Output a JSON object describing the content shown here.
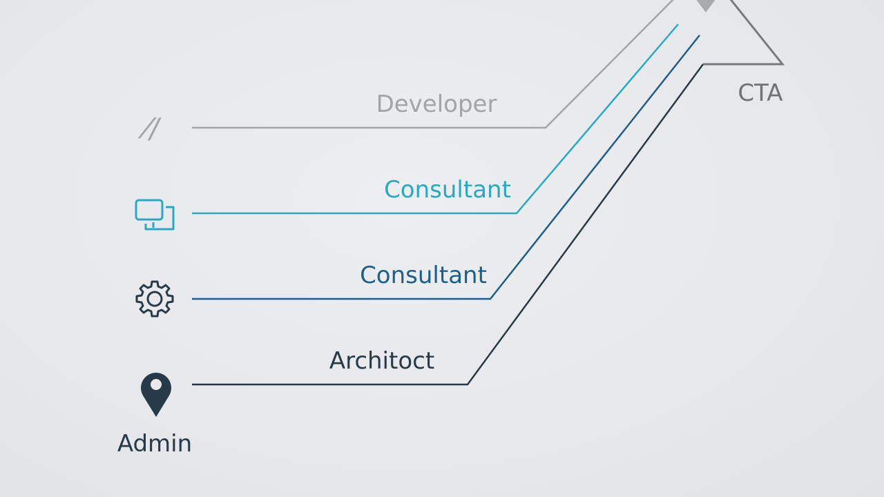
{
  "diagram": {
    "colors": {
      "background": "#e7e9ec",
      "developer": "#a3a4a6",
      "consultant_light": "#27a9c6",
      "consultant_dark": "#1d5f8a",
      "architect": "#263b47",
      "cta": "#777a7d"
    },
    "lines": [
      {
        "key": "developer",
        "label": "Developer",
        "icon": "code-slash-icon"
      },
      {
        "key": "consultant_1",
        "label": "Consultant",
        "icon": "screens-icon"
      },
      {
        "key": "consultant_2",
        "label": "Consultant",
        "icon": "gear-icon"
      },
      {
        "key": "architect",
        "label": "Architoct",
        "icon": "location-pin-icon"
      }
    ],
    "icon_glyphs": {
      "code": "⁄/"
    },
    "bottom_label": "Admin",
    "target_label": "CTA"
  }
}
